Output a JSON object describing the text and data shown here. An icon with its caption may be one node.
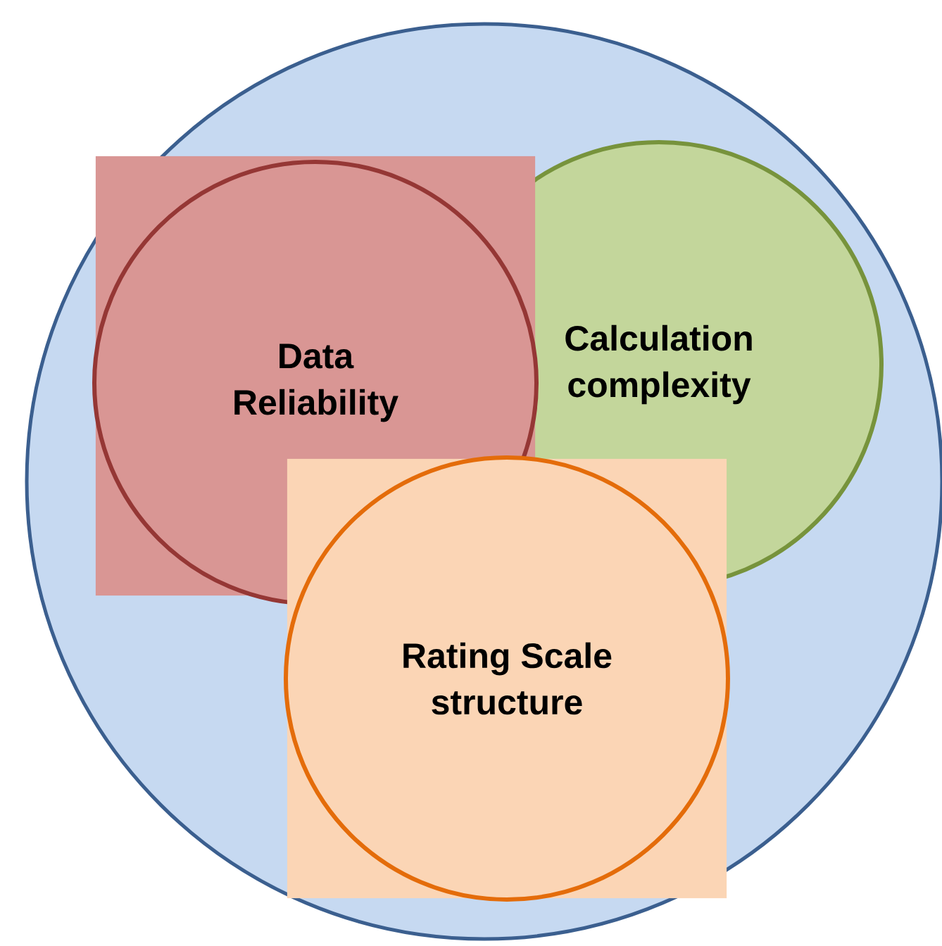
{
  "diagram": {
    "nodes": [
      {
        "text": [],
        "shape": "circle"
      },
      {
        "text": [
          "Calculation complexity"
        ],
        "in": 0
      },
      {
        "text": [],
        "shape": "box",
        "in": 0
      },
      {
        "text": [
          "Data Reliability"
        ],
        "in": 2
      },
      {
        "text": [],
        "shape": "box",
        "in": 0
      },
      {
        "text": [
          "Rating Scale structure"
        ],
        "in": 4
      }
    ]
  }
}
